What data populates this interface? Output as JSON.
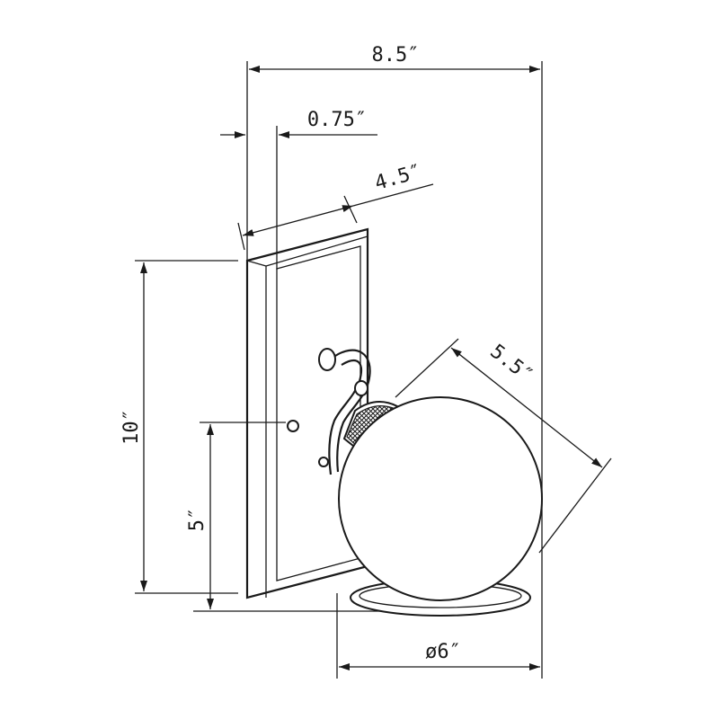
{
  "dimensions": {
    "overall_width": "8.5″",
    "backplate_depth": "0.75″",
    "backplate_width": "4.5″",
    "overall_height": "10″",
    "center_height": "5″",
    "shade_height": "5.5″",
    "shade_diameter": "ø6″"
  },
  "colors": {
    "line": "#1a1a1a",
    "background": "#ffffff"
  }
}
